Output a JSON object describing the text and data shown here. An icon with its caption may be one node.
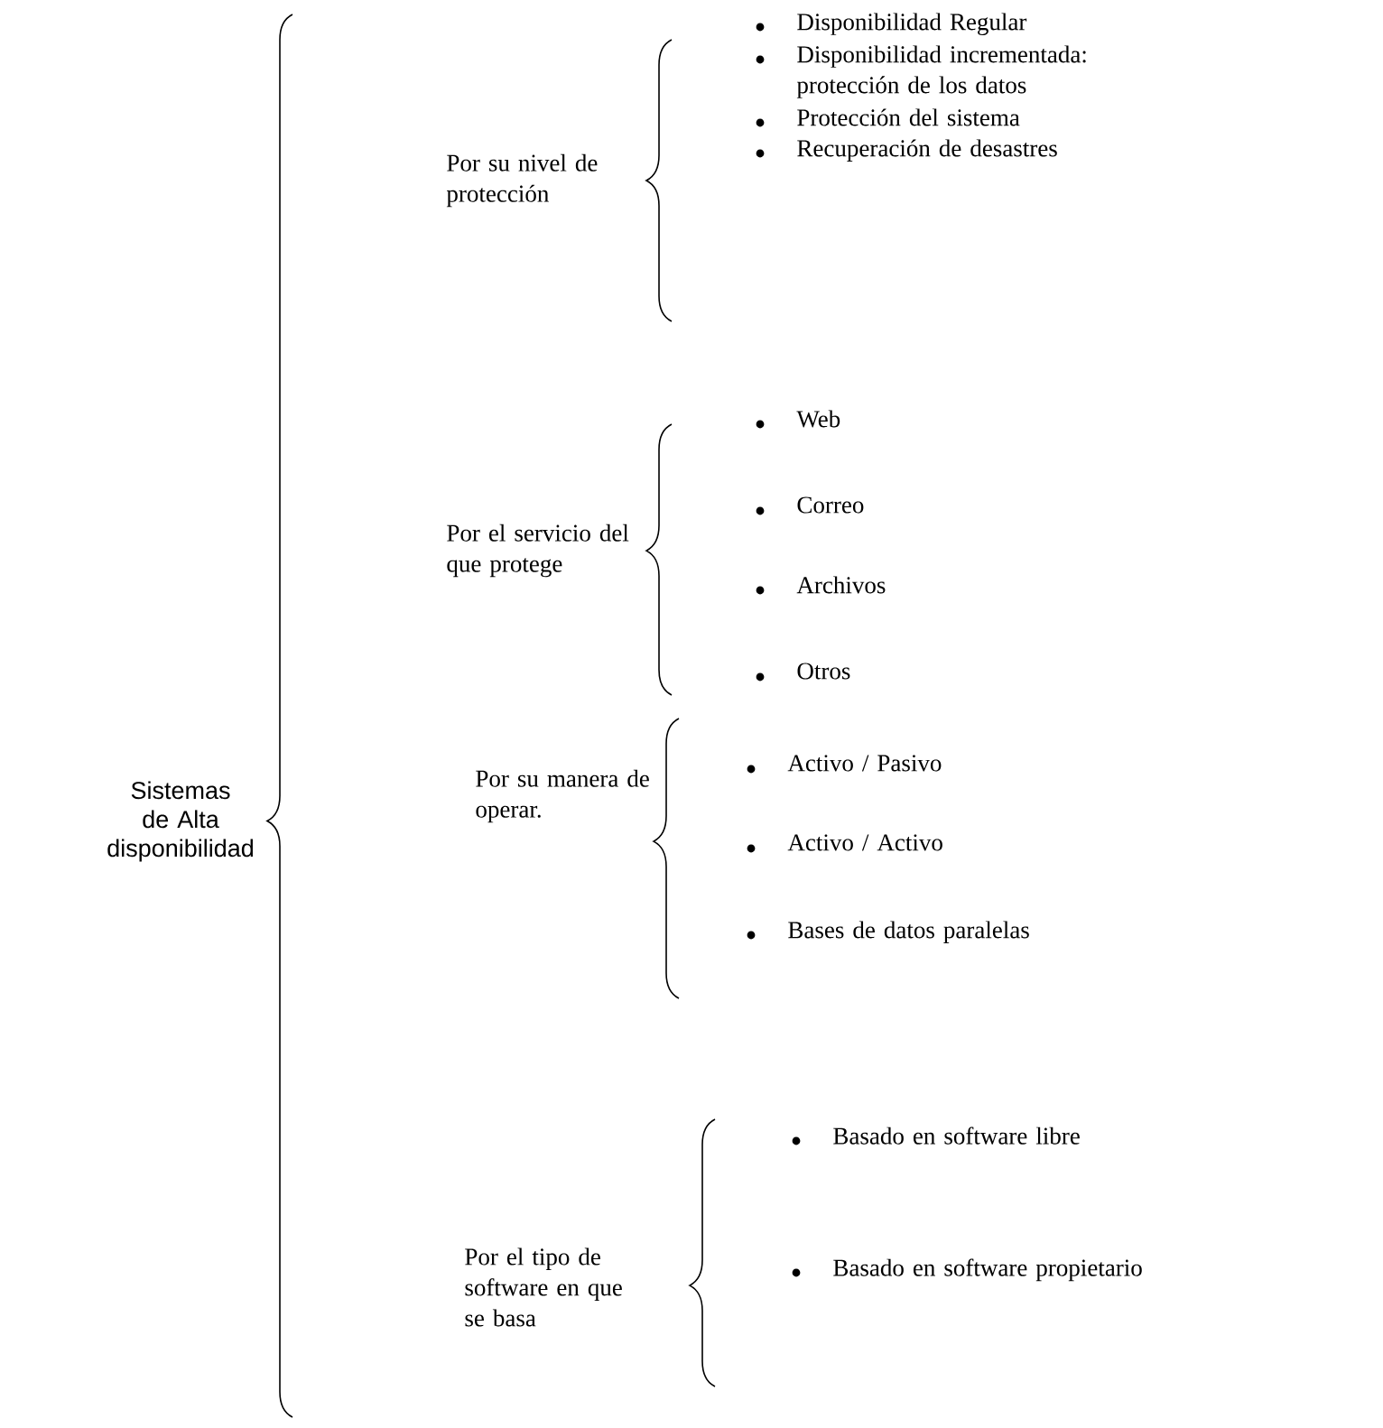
{
  "diagram": {
    "labels": [
      "Sistemas de Alta disponibilidad",
      "Por su nivel de protección",
      "Disponibilidad Regular",
      "Disponibilidad incrementada: protección de los datos",
      "Protección del sistema",
      "Recuperación de desastres",
      "Por el servicio del que protege",
      "Web",
      "Correo",
      "Archivos",
      "Otros",
      "Por su manera de operar.",
      "Activo / Pasivo",
      "Activo / Activo",
      "Bases de datos paralelas",
      "Por el tipo de software en que se basa",
      "Basado en software libre",
      "Basado en software propietario"
    ]
  }
}
